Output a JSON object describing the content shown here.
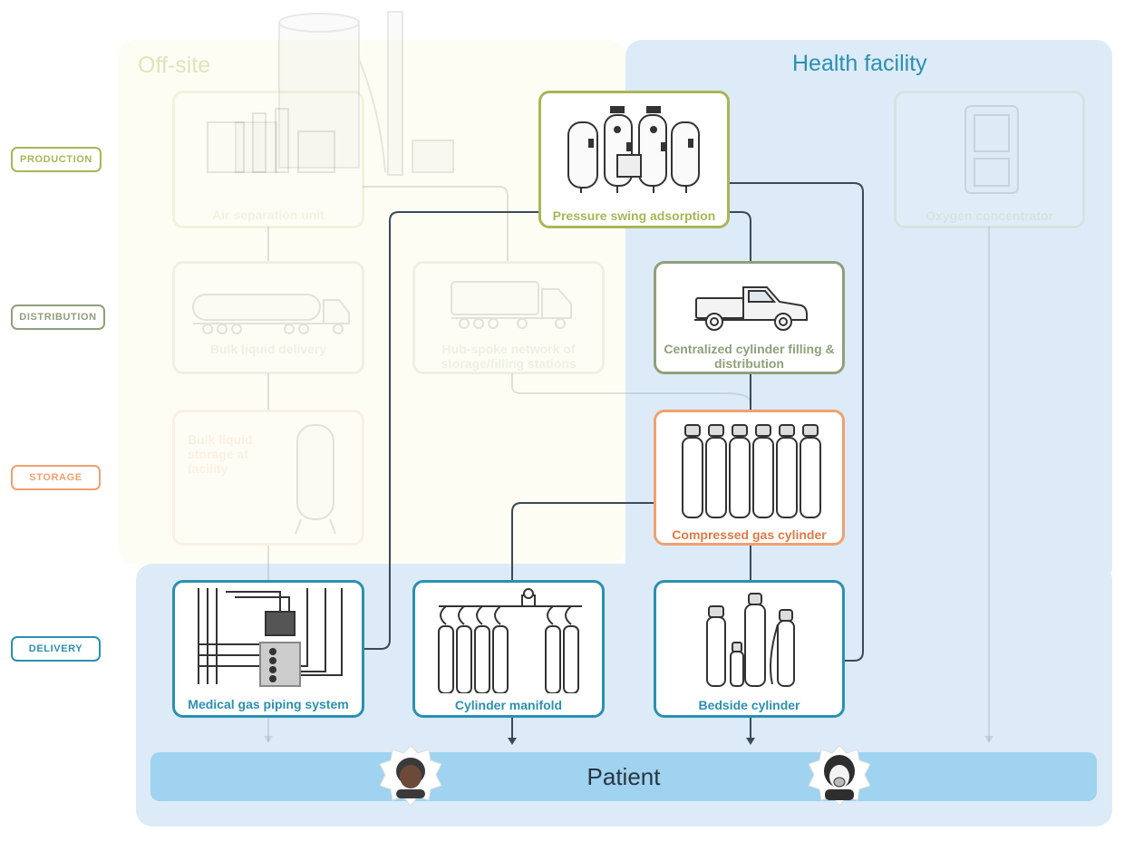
{
  "regions": {
    "offsite": {
      "title": "Off-site"
    },
    "facility": {
      "title": "Health facility"
    }
  },
  "rows": [
    {
      "label": "PRODUCTION",
      "color": "#a8b656"
    },
    {
      "label": "DISTRIBUTION",
      "color": "#8fa07a"
    },
    {
      "label": "STORAGE",
      "color": "#f0a070"
    },
    {
      "label": "DELIVERY",
      "color": "#2b90b0"
    }
  ],
  "nodes": {
    "asu": {
      "label": "Air separation unit",
      "active": false
    },
    "psa": {
      "label": "Pressure swing adsorption",
      "active": true
    },
    "concentrator": {
      "label": "Oxygen concentrator",
      "active": false
    },
    "bulk_delivery": {
      "label": "Bulk liquid delivery",
      "active": false
    },
    "hub_spoke": {
      "label": "Hub-spoke network of storage/filling stations",
      "active": false
    },
    "centralized": {
      "label": "Centralized cylinder filling & distribution",
      "active": true
    },
    "bulk_storage": {
      "label": "Bulk liquid storage at facility",
      "active": false
    },
    "compressed": {
      "label": "Compressed gas cylinder",
      "active": true
    },
    "piping": {
      "label": "Medical gas piping system",
      "active": true
    },
    "manifold": {
      "label": "Cylinder manifold",
      "active": true
    },
    "bedside": {
      "label": "Bedside cylinder",
      "active": true
    }
  },
  "patient": {
    "label": "Patient"
  },
  "colors": {
    "production": "#a8b656",
    "distribution": "#8fa07a",
    "storage": "#f0a070",
    "delivery": "#2b90b0",
    "facility_bg": "#dcebf7",
    "patient_bar": "#9fd3f0",
    "connector": "#3a4a5a"
  },
  "icons": {
    "asu": "air-separation-plant-icon",
    "psa": "psa-plant-icon",
    "concentrator": "oxygen-concentrator-icon",
    "bulk_delivery": "tanker-truck-icon",
    "hub_spoke": "tanker-truck-icon",
    "centralized": "pickup-truck-icon",
    "bulk_storage": "liquid-tank-icon",
    "compressed": "gas-cylinders-icon",
    "piping": "piping-panel-icon",
    "manifold": "cylinder-manifold-icon",
    "bedside": "bedside-cylinders-icon"
  }
}
